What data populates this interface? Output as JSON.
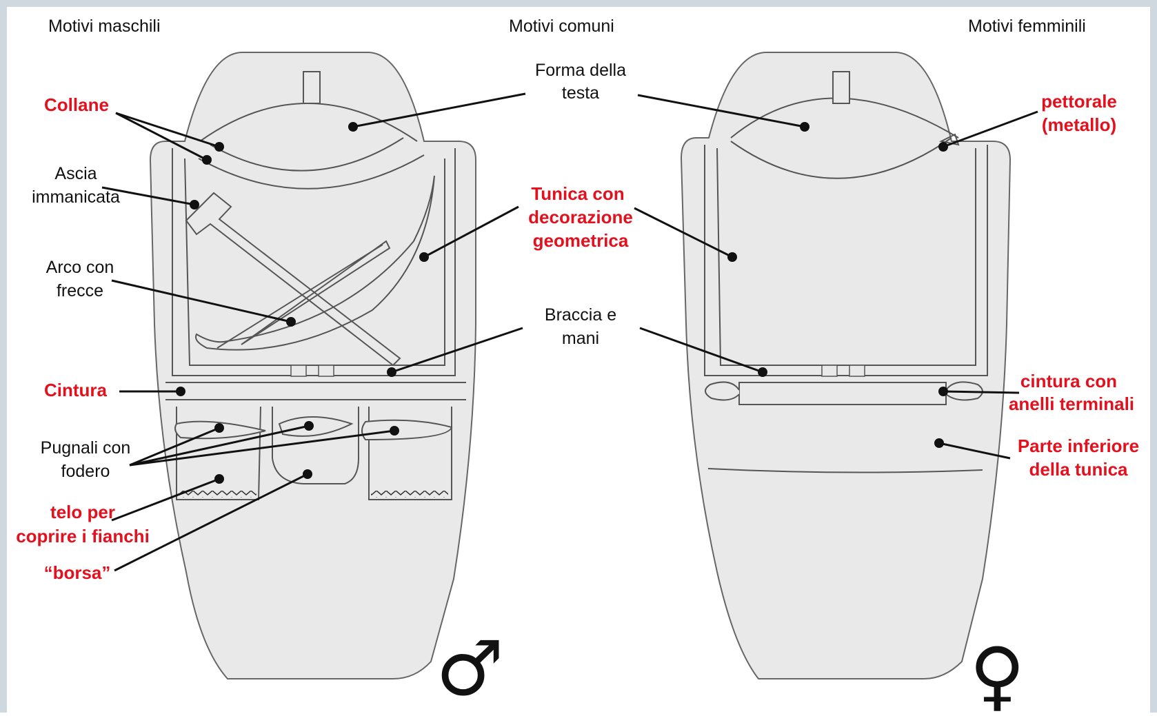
{
  "headers": {
    "male": "Motivi maschili",
    "common": "Motivi comuni",
    "female": "Motivi femminili"
  },
  "common_labels": {
    "head_1": "Forma della",
    "head_2": "testa",
    "tunic_1": "Tunica con",
    "tunic_2": "decorazione",
    "tunic_3": "geometrica",
    "arms_1": "Braccia e",
    "arms_2": "mani"
  },
  "male_labels": {
    "necklaces": "Collane",
    "axe_1": "Ascia",
    "axe_2": "immanicata",
    "bow_1": "Arco con",
    "bow_2": "frecce",
    "belt": "Cintura",
    "daggers_1": "Pugnali con",
    "daggers_2": "fodero",
    "cloth_1": "telo per",
    "cloth_2": "coprire i fianchi",
    "bag": "“borsa”"
  },
  "female_labels": {
    "pectoral_1": "pettorale",
    "pectoral_2": "(metallo)",
    "belt_1": "cintura con",
    "belt_2": "anelli terminali",
    "lower_1": "Parte inferiore",
    "lower_2": "della tunica"
  },
  "symbols": {
    "male": "♂",
    "female": "♀"
  },
  "colors": {
    "frame": "#cfd8df",
    "highlight_text": "#e3101e",
    "stele_fill": "#e9e9e9"
  }
}
